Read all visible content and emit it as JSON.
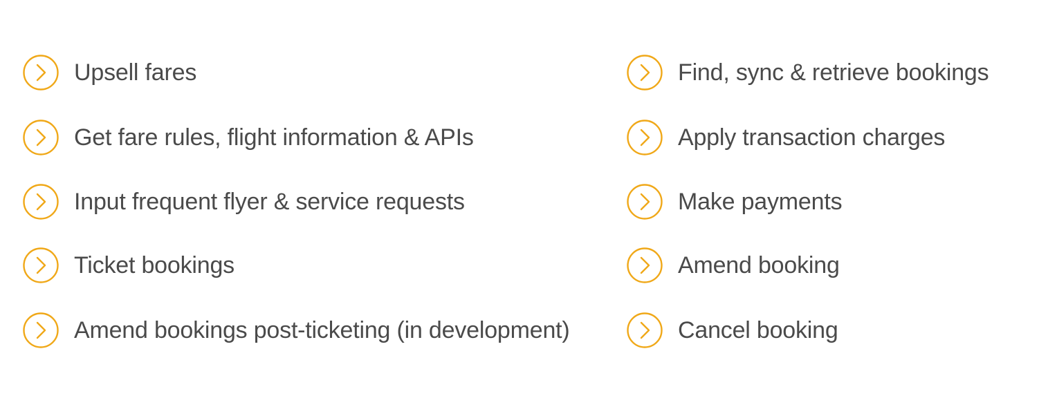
{
  "accent_color": "#f0a818",
  "text_color": "#4a4a4a",
  "icon": "chevron-right-circle-icon",
  "left_items": [
    "Upsell fares",
    "Get fare rules, flight information & APIs",
    "Input frequent flyer & service requests",
    "Ticket bookings",
    "Amend bookings post-ticketing (in development)"
  ],
  "right_items": [
    "Find, sync & retrieve bookings",
    "Apply transaction charges",
    "Make payments",
    "Amend booking",
    "Cancel booking"
  ]
}
